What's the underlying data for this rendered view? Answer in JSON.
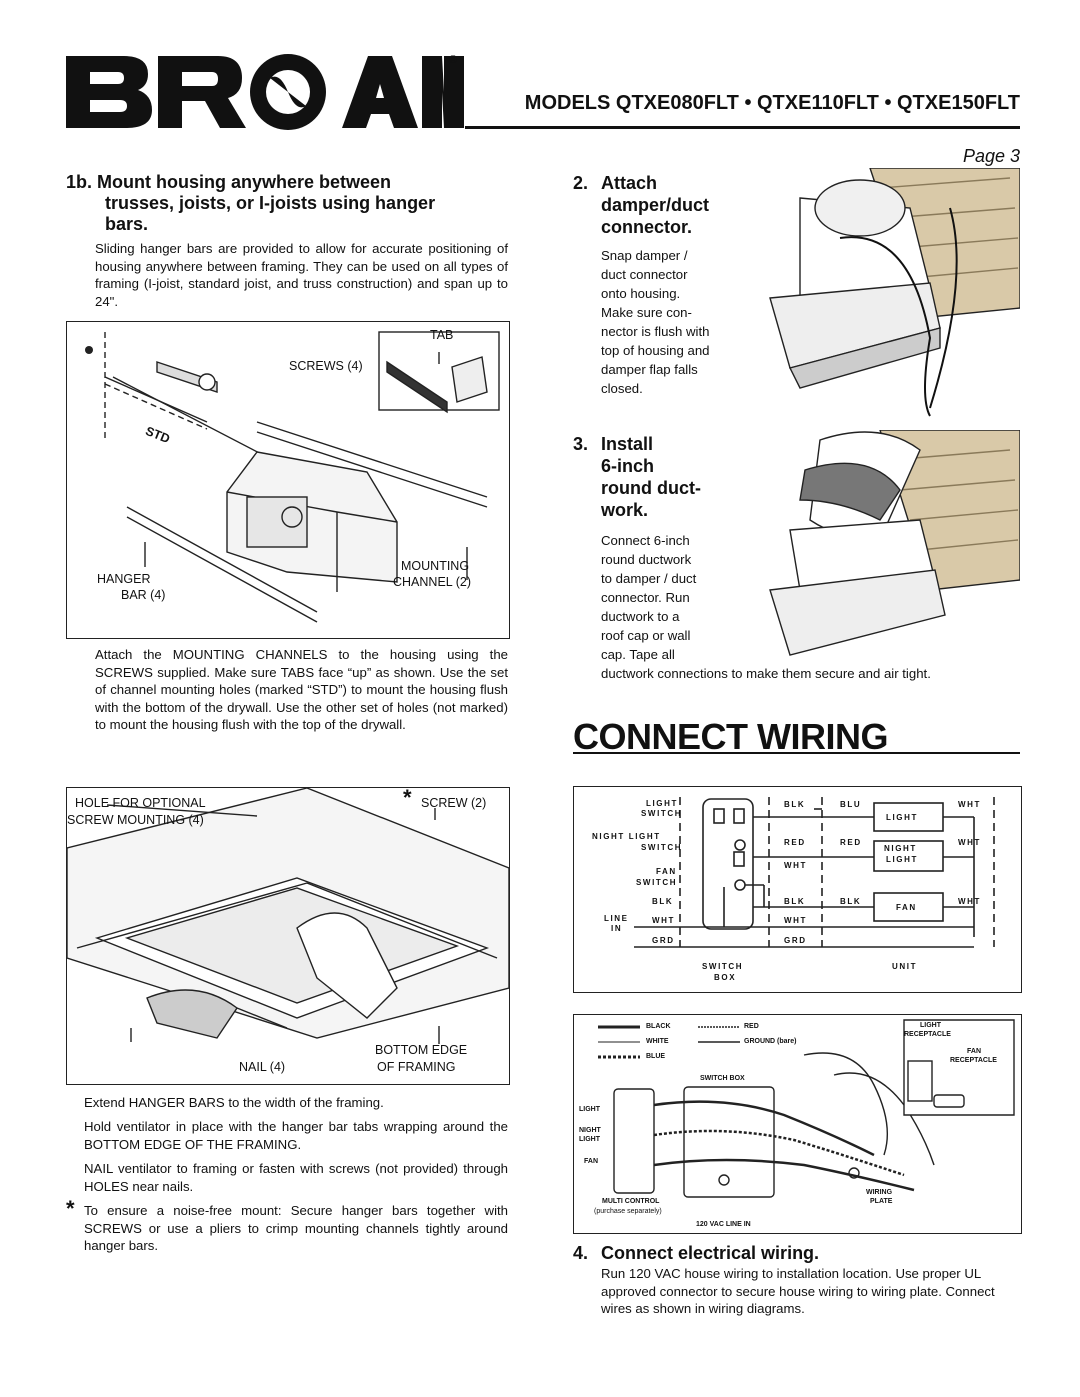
{
  "brand": {
    "name": "BROAN",
    "registered": "®"
  },
  "header": {
    "models_line": "MODELS  QTXE080FLT • QTXE110FLT • QTXE150FLT",
    "page": "Page 3"
  },
  "step1b": {
    "heading_line1": "1b. Mount housing anywhere between",
    "heading_line2": "trusses, joists, or I-joists using hanger",
    "heading_line3": "bars.",
    "intro": "Sliding hanger bars are provided to allow for accurate positioning of housing anywhere between framing. They can be used on all types of framing (I-joist, standard joist, and truss construction) and span up to 24\".",
    "fig1_labels": {
      "tab": "TAB",
      "screws": "SCREWS (4)",
      "std": "STD",
      "mounting1": "MOUNTING",
      "mounting2": "CHANNEL (2)",
      "hanger1": "HANGER",
      "hanger2": "BAR (4)"
    },
    "channels_text": "Attach the MOUNTING CHANNELS to the housing using the SCREWS supplied. Make sure TABS face “up” as shown. Use the set of channel mounting holes (marked “STD”) to mount the housing flush with the bottom of the drywall. Use the other set of holes (not marked) to mount the housing flush with the top of the drywall.",
    "fig2_labels": {
      "hole1": "HOLE FOR OPTIONAL",
      "hole2": "SCREW MOUNTING (4)",
      "screw": "SCREW (2)",
      "asterisk": "*",
      "bottom1": "BOTTOM EDGE",
      "bottom2": "OF FRAMING",
      "nail": "NAIL (4)"
    },
    "extend_text": "Extend HANGER BARS to the width of the framing.",
    "hold_text": "Hold ventilator in place with the hanger bar tabs wrapping around the BOTTOM EDGE OF THE FRAMING.",
    "nail_text": "NAIL ventilator to framing or fasten with screws (not provided) through HOLES near nails.",
    "asterisk": "*",
    "note_text": "To ensure a noise-free mount: Secure hanger bars together with SCREWS or use a pliers to crimp mounting channels tightly around hanger bars."
  },
  "step2": {
    "num": "2.",
    "heading": [
      "Attach",
      "damper/duct",
      "connector."
    ],
    "body": [
      "Snap damper /",
      "duct connector",
      "onto housing.",
      "Make sure con-",
      "nector is flush with",
      "top of housing and",
      "damper flap falls",
      "closed."
    ]
  },
  "step3": {
    "num": "3.",
    "heading": [
      "Install",
      "6-inch",
      "round duct-",
      "work."
    ],
    "body": [
      "Connect 6-inch",
      "round ductwork",
      "to damper / duct",
      "connector. Run",
      "ductwork to a",
      "roof cap or wall",
      "cap. Tape all"
    ],
    "body_tail": "ductwork connections to make them secure and air tight."
  },
  "connect_wiring": {
    "title": "CONNECT WIRING",
    "schematic": {
      "light_switch": [
        "LIGHT",
        "SWITCH"
      ],
      "night_light_switch": [
        "NIGHT LIGHT",
        "SWITCH"
      ],
      "fan_switch": [
        "FAN",
        "SWITCH"
      ],
      "line_in": [
        "LINE",
        "IN"
      ],
      "blk": "BLK",
      "blu": "BLU",
      "red": "RED",
      "wht": "WHT",
      "grd": "GRD",
      "light": "LIGHT",
      "night_light": [
        "NIGHT",
        "LIGHT"
      ],
      "fan": "FAN",
      "switch_box": [
        "SWITCH",
        "BOX"
      ],
      "unit": "UNIT"
    },
    "pictorial": {
      "legend": {
        "black": "BLACK",
        "white": "WHITE",
        "blue": "BLUE",
        "red": "RED",
        "ground": "GROUND (bare)"
      },
      "switch_box": "SWITCH BOX",
      "light_receptacle": [
        "LIGHT",
        "RECEPTACLE"
      ],
      "fan_receptacle": [
        "FAN",
        "RECEPTACLE"
      ],
      "light": "LIGHT",
      "night_light": [
        "NIGHT",
        "LIGHT"
      ],
      "fan": "FAN",
      "multi_control": [
        "MULTI CONTROL",
        "(purchase separately)"
      ],
      "wiring_plate": [
        "WIRING",
        "PLATE"
      ],
      "vac": "120 VAC LINE IN"
    }
  },
  "step4": {
    "num": "4.",
    "heading": "Connect electrical wiring.",
    "body": "Run 120 VAC house wiring to installation location. Use proper UL approved connector to secure house wiring to wiring plate. Connect wires as shown in wiring diagrams."
  }
}
